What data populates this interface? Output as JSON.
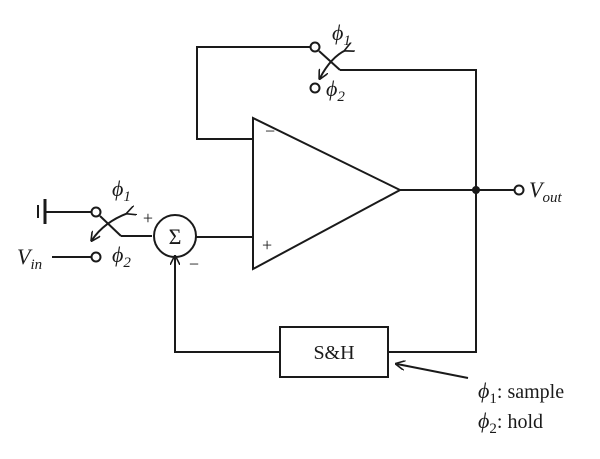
{
  "switch_in": {
    "phase_top": "ϕ",
    "phase_top_sub": "1",
    "phase_bottom": "ϕ",
    "phase_bottom_sub": "2"
  },
  "switch_fb": {
    "phase_top": "ϕ",
    "phase_top_sub": "1",
    "phase_bottom": "ϕ",
    "phase_bottom_sub": "2"
  },
  "summer": {
    "symbol": "Σ",
    "plus": "+",
    "minus": "−"
  },
  "opamp": {
    "inv": "−",
    "noninv": "+"
  },
  "input": {
    "label": "V",
    "label_sub": "in"
  },
  "output": {
    "label": "V",
    "label_sub": "out"
  },
  "sh_block": {
    "label": "S&H"
  },
  "legend": [
    {
      "phase": "ϕ",
      "sub": "1",
      "text": ": sample"
    },
    {
      "phase": "ϕ",
      "sub": "2",
      "text": ": hold"
    }
  ]
}
